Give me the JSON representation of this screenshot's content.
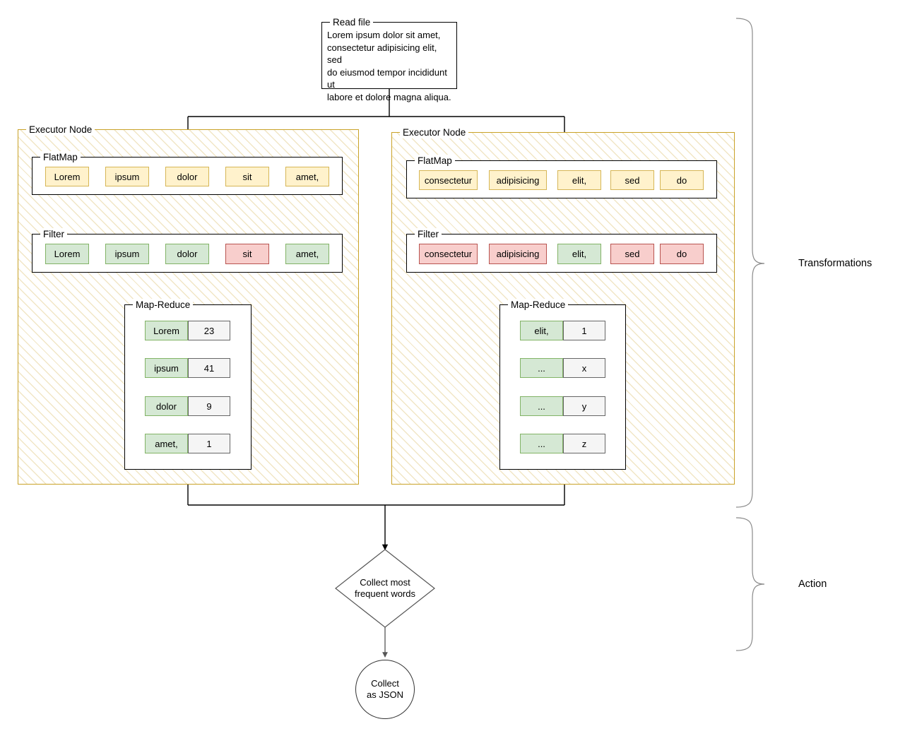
{
  "diagram": {
    "title": "Spark word-count dataflow",
    "colors": {
      "yellow_fill": "#fff2cc",
      "yellow_stroke": "#d6b656",
      "green_fill": "#d5e8d4",
      "green_stroke": "#82b366",
      "red_fill": "#f8cecc",
      "red_stroke": "#b85450",
      "gray_fill": "#f5f5f5",
      "gray_stroke": "#666666",
      "executor_stroke": "#c9a227",
      "connector": "#000000",
      "brace": "#888888"
    }
  },
  "source": {
    "label": "Read file",
    "text": "Lorem ipsum dolor sit amet,\nconsectetur adipisicing elit, sed\ndo eiusmod tempor incididunt ut\nlabore et dolore magna aliqua."
  },
  "executors": [
    {
      "label": "Executor Node",
      "flatmap": {
        "label": "FlatMap",
        "tokens": [
          {
            "text": "Lorem",
            "color": "yellow"
          },
          {
            "text": "ipsum",
            "color": "yellow"
          },
          {
            "text": "dolor",
            "color": "yellow"
          },
          {
            "text": "sit",
            "color": "yellow"
          },
          {
            "text": "amet,",
            "color": "yellow"
          }
        ]
      },
      "filter": {
        "label": "Filter",
        "tokens": [
          {
            "text": "Lorem",
            "color": "green"
          },
          {
            "text": "ipsum",
            "color": "green"
          },
          {
            "text": "dolor",
            "color": "green"
          },
          {
            "text": "sit",
            "color": "red"
          },
          {
            "text": "amet,",
            "color": "green"
          }
        ]
      },
      "mapreduce": {
        "label": "Map-Reduce",
        "pairs": [
          {
            "key": "Lorem",
            "value": "23"
          },
          {
            "key": "ipsum",
            "value": "41"
          },
          {
            "key": "dolor",
            "value": "9"
          },
          {
            "key": "amet,",
            "value": "1"
          }
        ]
      }
    },
    {
      "label": "Executor Node",
      "flatmap": {
        "label": "FlatMap",
        "tokens": [
          {
            "text": "consectetur",
            "color": "yellow"
          },
          {
            "text": "adipisicing",
            "color": "yellow"
          },
          {
            "text": "elit,",
            "color": "yellow"
          },
          {
            "text": "sed",
            "color": "yellow"
          },
          {
            "text": "do",
            "color": "yellow"
          }
        ]
      },
      "filter": {
        "label": "Filter",
        "tokens": [
          {
            "text": "consectetur",
            "color": "red"
          },
          {
            "text": "adipisicing",
            "color": "red"
          },
          {
            "text": "elit,",
            "color": "green"
          },
          {
            "text": "sed",
            "color": "red"
          },
          {
            "text": "do",
            "color": "red"
          }
        ]
      },
      "mapreduce": {
        "label": "Map-Reduce",
        "pairs": [
          {
            "key": "elit,",
            "value": "1"
          },
          {
            "key": "...",
            "value": "x"
          },
          {
            "key": "...",
            "value": "y"
          },
          {
            "key": "...",
            "value": "z"
          }
        ]
      }
    }
  ],
  "action": {
    "decision": "Collect most\nfrequent words",
    "terminal": "Collect\nas JSON"
  },
  "braces": [
    {
      "label": "Transformations"
    },
    {
      "label": "Action"
    }
  ]
}
